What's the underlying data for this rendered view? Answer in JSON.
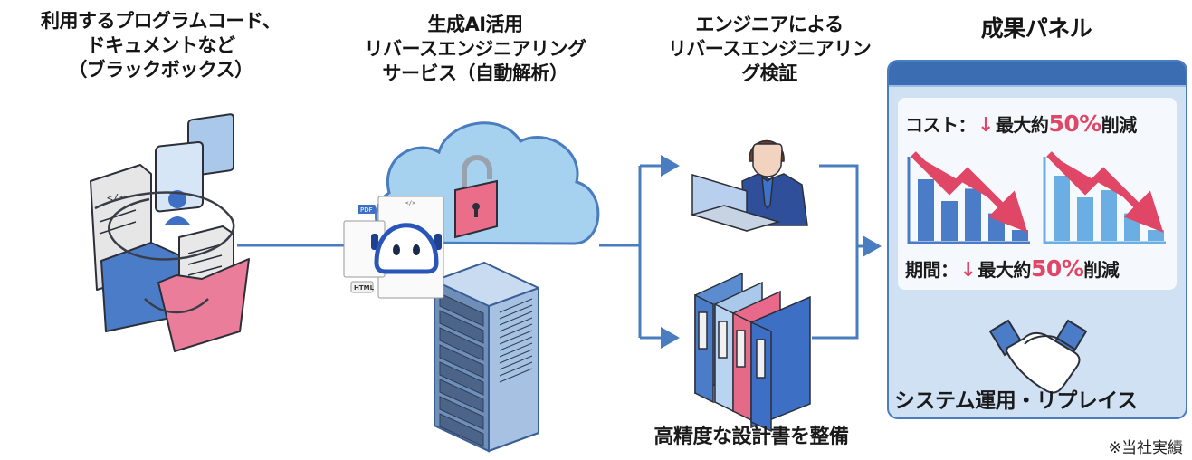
{
  "columns": [
    {
      "id": "input",
      "title_lines": [
        "利用するプログラムコード、",
        "ドキュメントなど",
        "（ブラックボックス）"
      ],
      "icon": "folders-documents-tangled-icon"
    },
    {
      "id": "ai_service",
      "title_lines": [
        "生成AI活用",
        "リバースエンジニアリング",
        "サービス（自動解析）"
      ],
      "icon": "cloud-server-ai-robot-icon",
      "doc_labels": [
        "PDF",
        "HTML",
        "</>"
      ]
    },
    {
      "id": "engineer",
      "title_lines": [
        "エンジニアによる",
        "リバースエンジニアリン",
        "グ検証"
      ],
      "icon": "engineer-laptop-icon"
    },
    {
      "id": "results",
      "title_lines": [
        "成果パネル"
      ]
    }
  ],
  "design_docs": {
    "caption": "高精度な設計書を整備",
    "icon": "binders-icon"
  },
  "results_panel": {
    "metrics": [
      {
        "label": "コスト：",
        "arrow": "↓",
        "prefix": "最大約",
        "value": "50%",
        "suffix": "削減"
      },
      {
        "label": "期間：",
        "arrow": "↓",
        "prefix": "最大約",
        "value": "50%",
        "suffix": "削減"
      }
    ],
    "charts": [
      {
        "name": "cost-bar-chart",
        "values": [
          0.85,
          0.55,
          0.72,
          0.38,
          0.15
        ],
        "color": "#4a7cc8"
      },
      {
        "name": "period-bar-chart",
        "values": [
          0.9,
          0.6,
          0.7,
          0.38,
          0.15
        ],
        "color": "#6aaee3"
      }
    ],
    "bottom_label": "システム運用・リプレイス",
    "bottom_icon": "handshake-icon"
  },
  "footnote": "※当社実績",
  "colors": {
    "accent_blue": "#4a7cc0",
    "accent_pink": "#e04766",
    "panel_bg": "#cfe1f3",
    "panel_header": "#3b6db3"
  }
}
